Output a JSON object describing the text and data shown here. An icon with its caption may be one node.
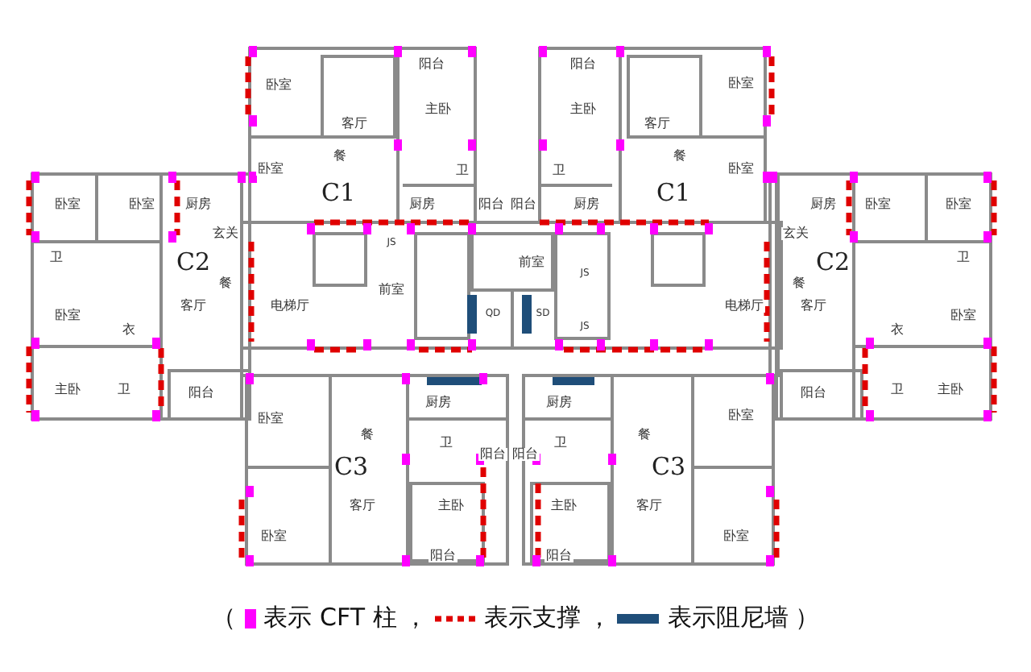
{
  "diagram": {
    "labels": [
      "阳台",
      "阳台",
      "卧室",
      "卧室",
      "主卧",
      "主卧",
      "客厅",
      "客厅",
      "餐",
      "餐",
      "卧室",
      "卫",
      "卫",
      "卧室",
      "C1",
      "C1",
      "卧室",
      "卧室",
      "厨房",
      "厨房",
      "阳台",
      "阳台",
      "厨房",
      "厨房",
      "卧室",
      "卧室",
      "玄关",
      "JS",
      "玄关",
      "卫",
      "C2",
      "前室",
      "C2",
      "卫",
      "餐",
      "客厅",
      "电梯厅",
      "前室",
      "JS",
      "电梯厅",
      "客厅",
      "餐",
      "QD",
      "SD",
      "卧室",
      "JS",
      "衣",
      "衣",
      "卧室",
      "主卧",
      "卫",
      "阳台",
      "阳台",
      "卫",
      "主卧",
      "厨房",
      "厨房",
      "卧室",
      "卧室",
      "餐",
      "餐",
      "卫",
      "卫",
      "阳台",
      "阳台",
      "C3",
      "C3",
      "客厅",
      "主卧",
      "主卧",
      "客厅",
      "卧室",
      "卧室",
      "阳台",
      "阳台",
      "（",
      "，",
      "，",
      "）"
    ],
    "legend": [
      {
        "text": "表示 CFT 柱",
        "color": "#ff00ff"
      },
      {
        "text": "表示支撑"
      },
      {
        "text": "表示阻尼墙",
        "color": "#1f4e79"
      }
    ]
  }
}
